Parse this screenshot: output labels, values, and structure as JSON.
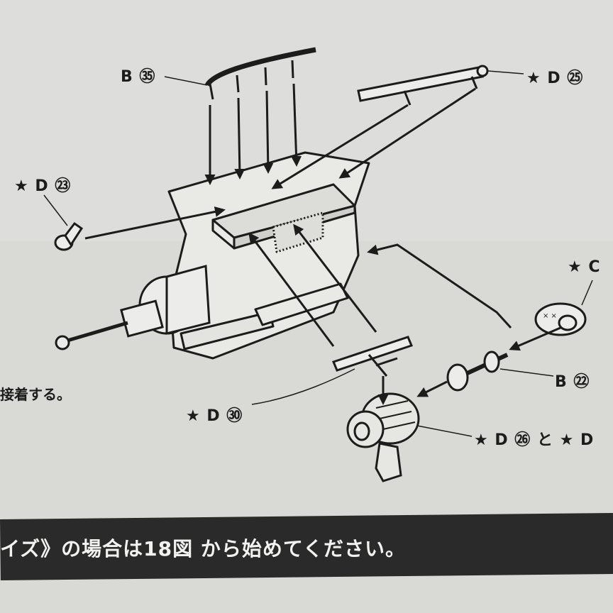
{
  "labels": {
    "b35": "B ㉟",
    "d25": "★ D ㉕",
    "d23": "★ D ㉓",
    "c": "★ C",
    "b22": "B ㉒",
    "d30": "★ D ㉚",
    "d26": "★ D ㉖ と ★ D"
  },
  "side_text": "接着する。",
  "banner_text": "イズ》の場合は18図 から始めてください。",
  "colors": {
    "paper": "#d9d9d6",
    "ink": "#1c1c1c",
    "banner": "#2a2a2a",
    "banner_text": "#f2f2f0"
  }
}
